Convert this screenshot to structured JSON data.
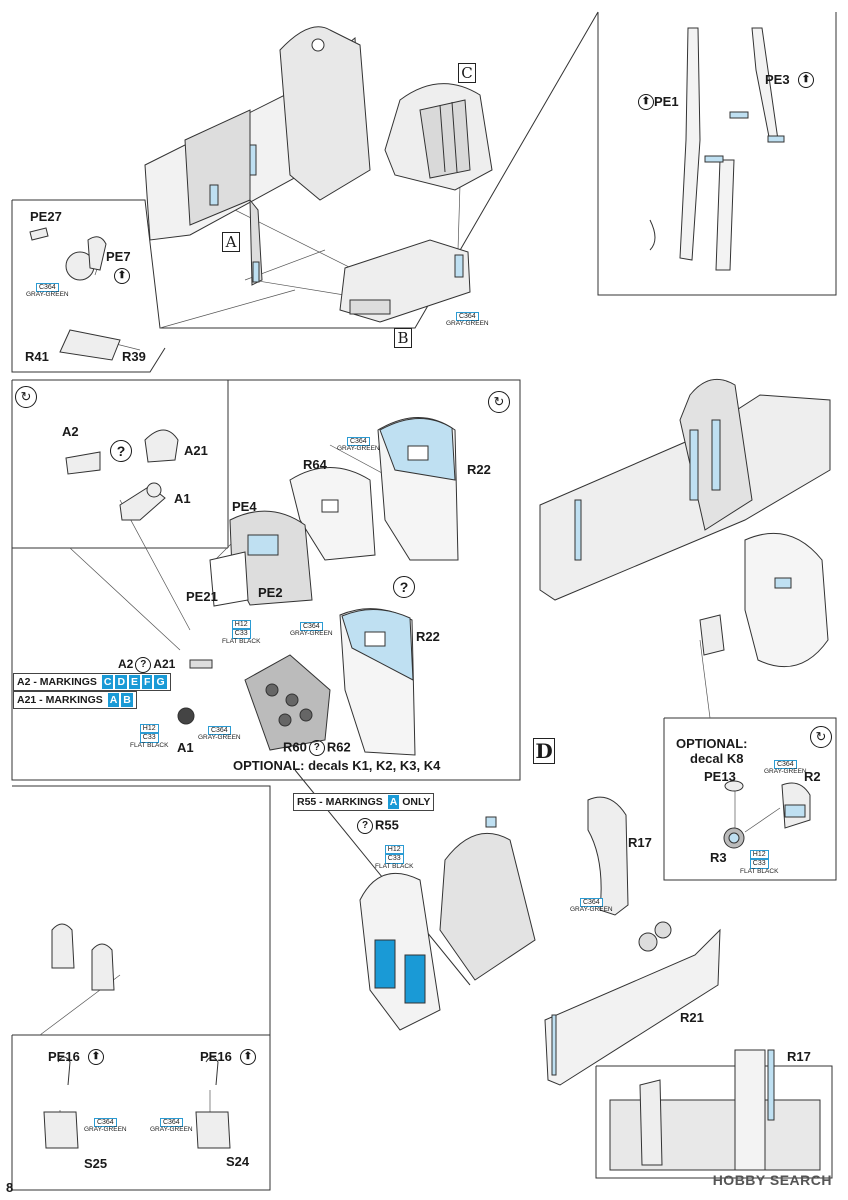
{
  "page_number": "8",
  "watermark": "HOBBY SEARCH",
  "colors": {
    "accent": "#1a9ad6",
    "line": "#1a1a1a",
    "paint_highlight": "#bfe0f2"
  },
  "step_boxes": {
    "a": "A",
    "b": "B",
    "c": "C",
    "d": "D"
  },
  "paints": {
    "c364_code": "C364",
    "c364_name": "GRAY-GREEN",
    "h12_code": "H12",
    "c33_code": "C33",
    "flat_black": "FLAT BLACK"
  },
  "parts": {
    "pe27": "PE27",
    "pe7": "PE7",
    "r41": "R41",
    "r39": "R39",
    "pe1": "PE1",
    "pe3": "PE3",
    "a2": "A2",
    "a21": "A21",
    "a1": "A1",
    "r64": "R64",
    "r22": "R22",
    "pe4": "PE4",
    "pe21": "PE21",
    "pe2": "PE2",
    "r60": "R60",
    "r62": "R62",
    "pe13": "PE13",
    "r2": "R2",
    "r3": "R3",
    "r55": "R55",
    "r17": "R17",
    "r21": "R21",
    "pe16": "PE16",
    "s25": "S25",
    "s24": "S24"
  },
  "markings": {
    "a2_prefix": "A2 - MARKINGS",
    "a2_codes": [
      "C",
      "D",
      "E",
      "F",
      "G"
    ],
    "a21_prefix": "A21 - MARKINGS",
    "a21_codes": [
      "A",
      "B"
    ],
    "r55_prefix": "R55 - MARKINGS",
    "r55_code": "A",
    "r55_suffix": "ONLY"
  },
  "optional": {
    "decals_k": "OPTIONAL: decals K1, K2, K3, K4",
    "decal_k8_line1": "OPTIONAL:",
    "decal_k8_line2": "decal K8"
  },
  "symbols": {
    "question": "?",
    "turn": "↻",
    "flip": "⬆"
  }
}
